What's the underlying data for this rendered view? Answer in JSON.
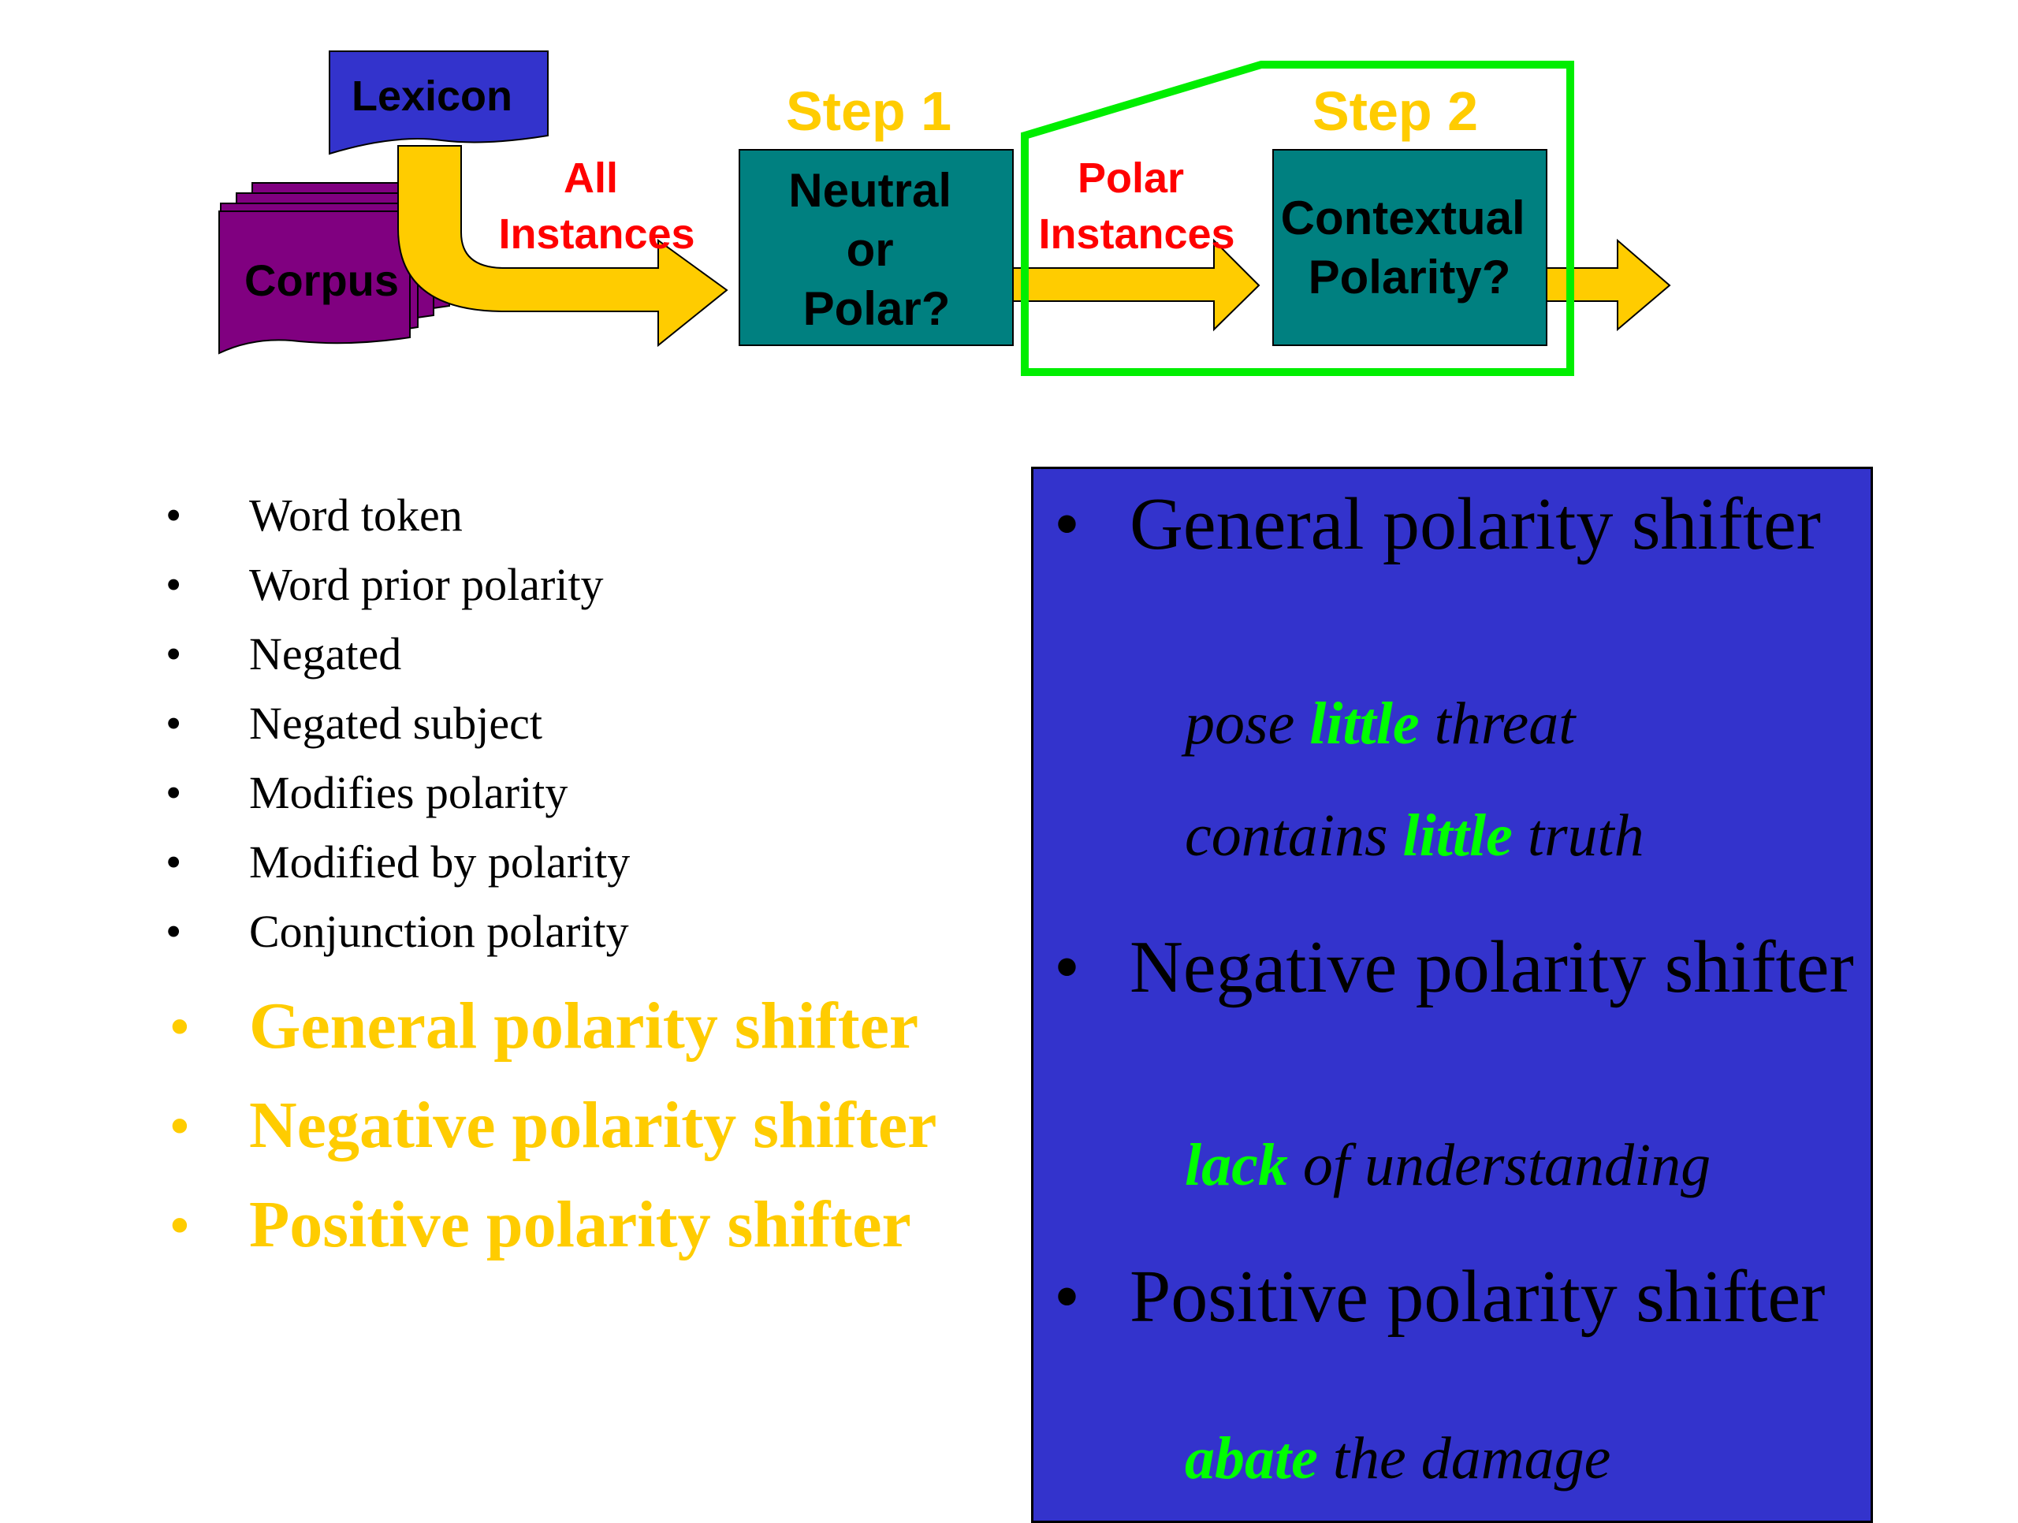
{
  "diagram": {
    "lexicon": "Lexicon",
    "corpus": "Corpus",
    "all_instances": [
      "All",
      "Instances"
    ],
    "step1": "Step 1",
    "step1_box": [
      "Neutral",
      "or",
      "Polar?"
    ],
    "polar_instances": [
      "Polar",
      "Instances"
    ],
    "step2": "Step 2",
    "step2_box": [
      "Contextual",
      "Polarity?"
    ]
  },
  "colors": {
    "lexicon": "#3333cc",
    "corpus": "#800080",
    "arrow": "#ffcc00",
    "step_box": "#008080",
    "step_label": "#ffcc00",
    "instances_label": "#ff0000",
    "highlight_outline": "#00ee00",
    "panel": "#3333cc",
    "highlight_word": "#00ff00"
  },
  "features": [
    {
      "text": "Word token",
      "highlight": false
    },
    {
      "text": "Word prior polarity",
      "highlight": false
    },
    {
      "text": "Negated",
      "highlight": false
    },
    {
      "text": "Negated subject",
      "highlight": false
    },
    {
      "text": "Modifies polarity",
      "highlight": false
    },
    {
      "text": "Modified by polarity",
      "highlight": false
    },
    {
      "text": "Conjunction polarity",
      "highlight": false
    },
    {
      "text": "General polarity shifter",
      "highlight": true
    },
    {
      "text": "Negative polarity shifter",
      "highlight": true
    },
    {
      "text": "Positive polarity shifter",
      "highlight": true
    }
  ],
  "shifters": [
    {
      "heading": "General polarity shifter",
      "examples": [
        {
          "pre": "pose ",
          "key": "little",
          "post": " threat"
        },
        {
          "pre": "contains ",
          "key": "little",
          "post": " truth"
        }
      ]
    },
    {
      "heading": "Negative polarity shifter",
      "examples": [
        {
          "pre": "",
          "key": "lack",
          "post": " of understanding"
        }
      ]
    },
    {
      "heading": "Positive polarity shifter",
      "examples": [
        {
          "pre": "",
          "key": "abate",
          "post": " the damage"
        }
      ]
    }
  ],
  "bullet": "•"
}
